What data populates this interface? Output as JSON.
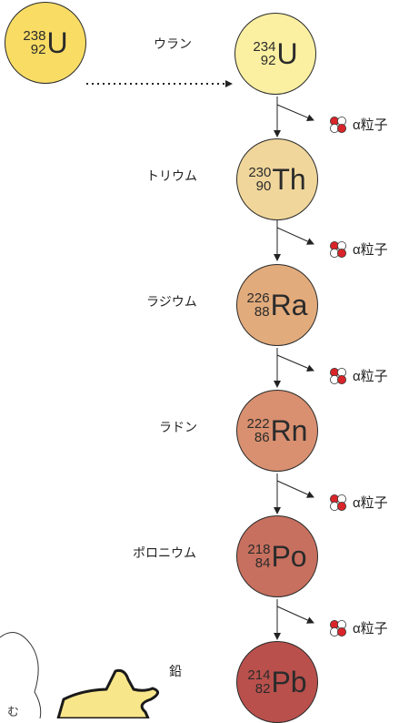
{
  "parent": {
    "mass": "238",
    "atomic": "92",
    "symbol": "U",
    "color": "#f8dc64",
    "name": "ウラン"
  },
  "chain": [
    {
      "mass": "234",
      "atomic": "92",
      "symbol": "U",
      "name": "",
      "color": "#fbf0a2"
    },
    {
      "mass": "230",
      "atomic": "90",
      "symbol": "Th",
      "name": "トリウム",
      "color": "#f0d69b"
    },
    {
      "mass": "226",
      "atomic": "88",
      "symbol": "Ra",
      "name": "ラジウム",
      "color": "#e2ab7c"
    },
    {
      "mass": "222",
      "atomic": "86",
      "symbol": "Rn",
      "name": "ラドン",
      "color": "#d99070"
    },
    {
      "mass": "218",
      "atomic": "84",
      "symbol": "Po",
      "name": "ポロニウム",
      "color": "#c8705f"
    },
    {
      "mass": "214",
      "atomic": "82",
      "symbol": "Pb",
      "name": "鉛",
      "color": "#b9504c"
    }
  ],
  "alpha_label": "α粒子",
  "alpha_particle_colors": {
    "proton": "#d9252a",
    "neutron": "#ffffff"
  },
  "bottom_fragment": "む"
}
